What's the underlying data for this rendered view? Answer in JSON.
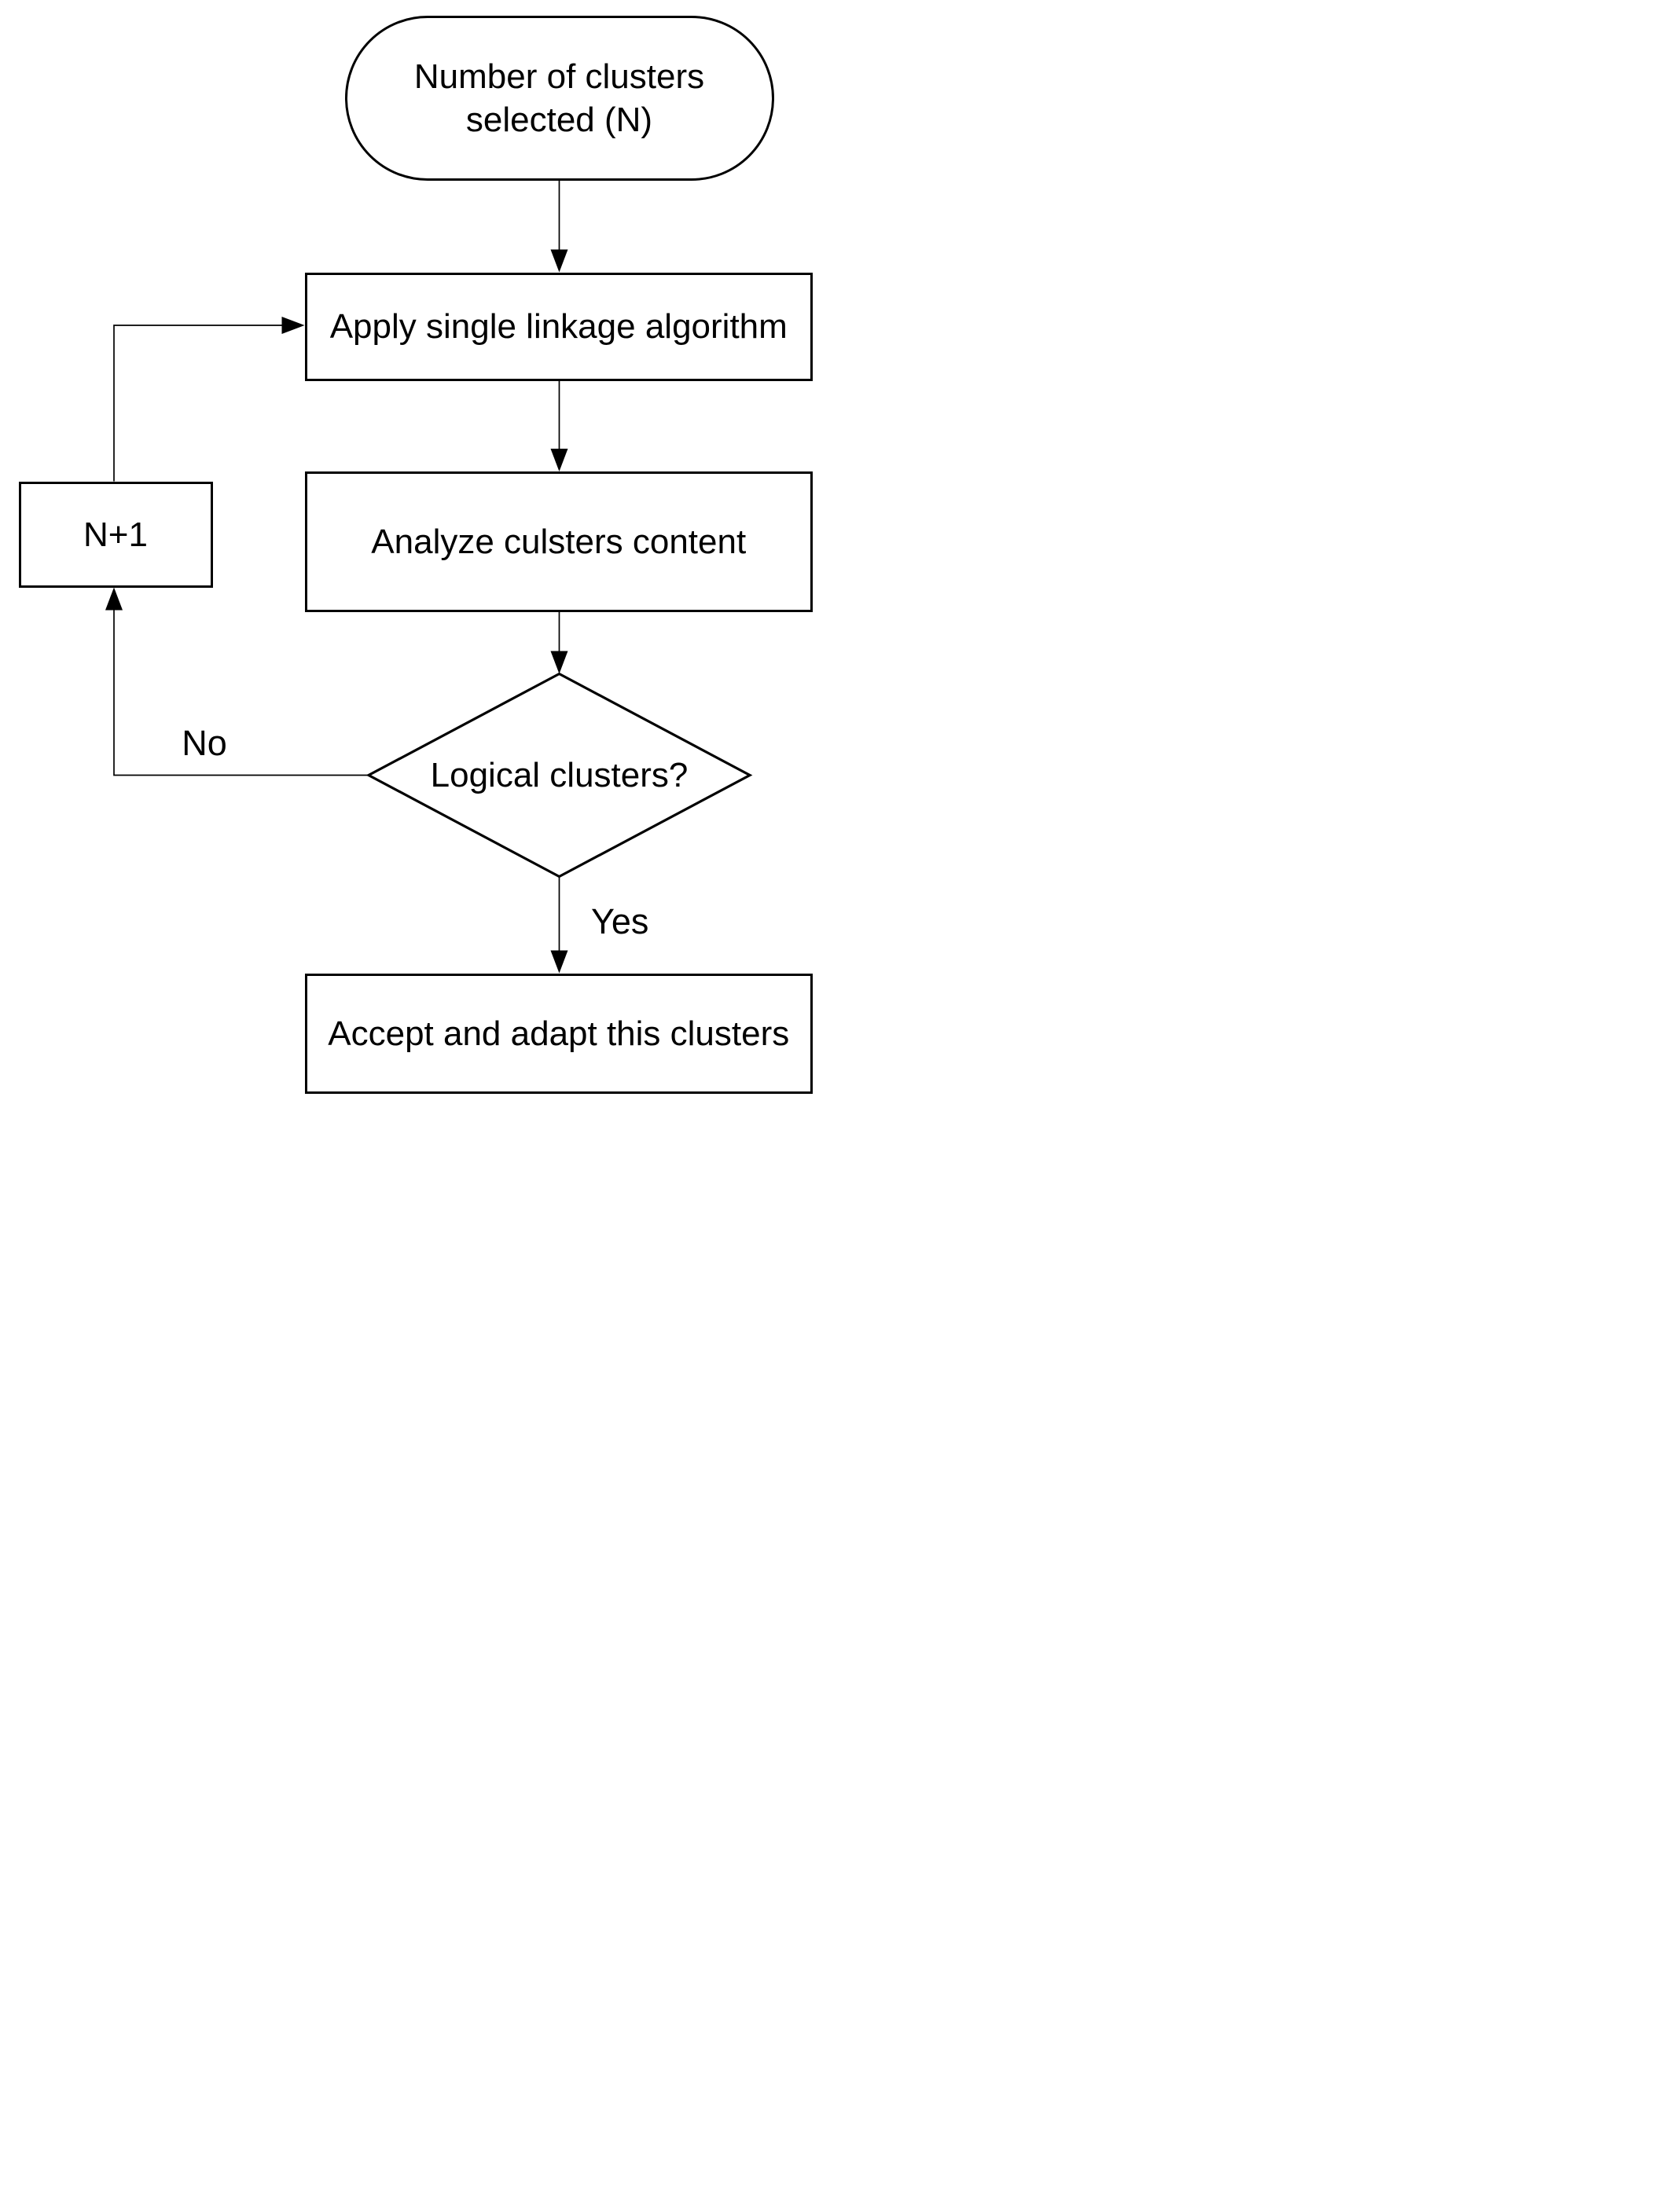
{
  "figure": {
    "type": "flowchart",
    "background_color": "#ffffff",
    "stroke_color": "#000000"
  },
  "nodes": {
    "start": {
      "type": "terminator",
      "label": "Number of clusters\nselected (N)"
    },
    "apply": {
      "type": "process",
      "label": "Apply single linkage algorithm"
    },
    "analyze": {
      "type": "process",
      "label": "Analyze culsters content"
    },
    "decision": {
      "type": "decision",
      "label": "Logical clusters?"
    },
    "increment": {
      "type": "process",
      "label": "N+1"
    },
    "accept": {
      "type": "process",
      "label": "Accept and adapt this clusters"
    }
  },
  "edges": {
    "start_to_apply": {
      "from": "start",
      "to": "apply",
      "label": ""
    },
    "apply_to_analyze": {
      "from": "apply",
      "to": "analyze",
      "label": ""
    },
    "analyze_to_decision": {
      "from": "analyze",
      "to": "decision",
      "label": ""
    },
    "decision_to_increment": {
      "from": "decision",
      "to": "increment",
      "label": "No"
    },
    "increment_to_apply": {
      "from": "increment",
      "to": "apply",
      "label": ""
    },
    "decision_to_accept": {
      "from": "decision",
      "to": "accept",
      "label": "Yes"
    }
  }
}
